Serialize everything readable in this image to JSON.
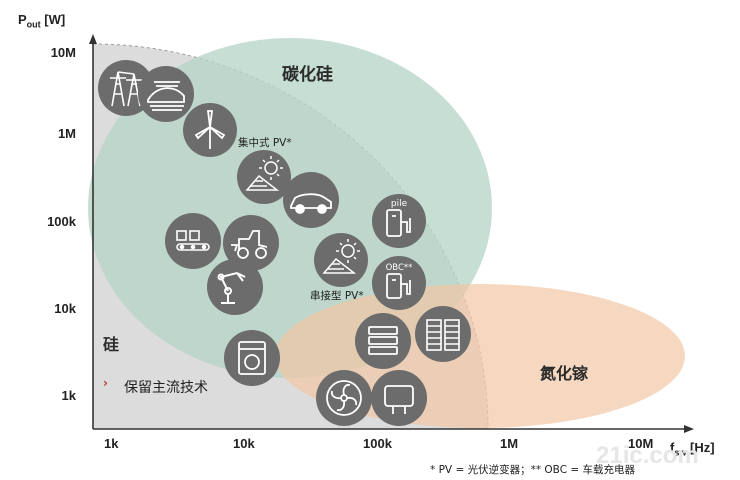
{
  "axes": {
    "y_title": "P",
    "y_sub": "out",
    "y_unit": "[W]",
    "x_title": "f",
    "x_sub": "sw",
    "x_unit": "[Hz]",
    "y_ticks": [
      "10M",
      "1M",
      "100k",
      "10k",
      "1k"
    ],
    "x_ticks": [
      "1k",
      "10k",
      "100k",
      "1M",
      "10M"
    ]
  },
  "regions": {
    "sic": "碳化硅",
    "si": "硅",
    "gan": "氮化镓",
    "si_note_marker": "›",
    "si_note": "保留主流技术"
  },
  "labels": {
    "central_pv": "集中式 PV*",
    "string_pv": "串接型 PV*",
    "pile": "pile",
    "obc": "OBC**"
  },
  "footnote": "* PV = 光伏逆变器；** OBC = 车载充电器",
  "watermark": "21ic.com",
  "colors": {
    "si_region": "#d8d8d8",
    "sic_region": "#b9d6c9",
    "gan_region": "#f4cfb3",
    "icon_bg": "#6c6c6c",
    "note_marker": "#c0392b"
  },
  "icons": [
    "power-tower-icon",
    "high-speed-train-icon",
    "wind-turbine-icon",
    "solar-panel-icon",
    "electric-car-icon",
    "charging-pile-icon",
    "conveyor-belt-icon",
    "wheel-loader-icon",
    "robot-arm-icon",
    "string-solar-panel-icon",
    "obc-charger-icon",
    "server-rack-icon",
    "data-center-icon",
    "washing-machine-icon",
    "fan-icon",
    "power-adapter-icon"
  ]
}
